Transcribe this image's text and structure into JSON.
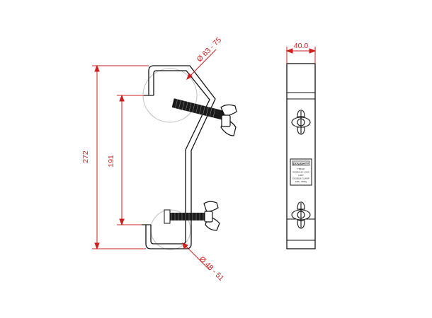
{
  "dimensions": {
    "width_top": "40.0",
    "height_total": "272",
    "height_inner": "191",
    "diameter_large": "Ø 63 - 75",
    "diameter_small": "Ø 48 - 51"
  },
  "plate": {
    "brand": "DOUGHTY",
    "lines": [
      "T58102",
      "WORKING LOAD",
      "LIMIT",
      "DOUBLE CLAMP",
      "SWL: 200kg"
    ]
  },
  "colors": {
    "dimension": "#cc1f1f",
    "outline": "#111111",
    "bolt": "#1a1a1a",
    "tube": "#bdbdbd"
  }
}
